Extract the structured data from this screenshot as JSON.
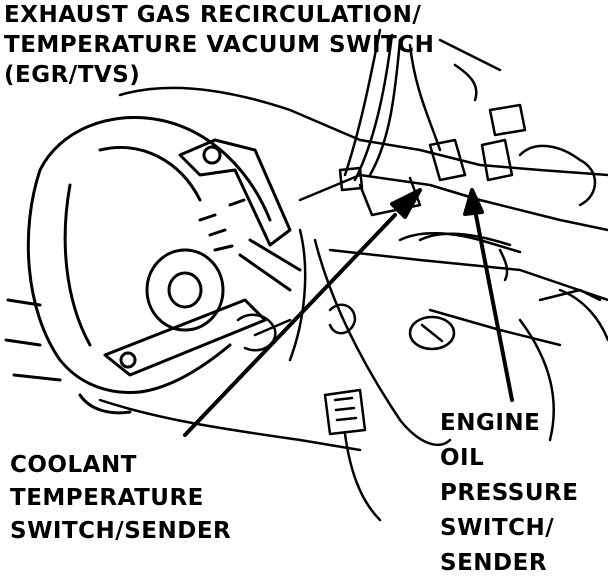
{
  "labels": {
    "egr": {
      "line1": "EXHAUST GAS RECIRCULATION/",
      "line2": "TEMPERATURE VACUUM SWITCH",
      "line3": "(EGR/TVS)"
    },
    "coolant": {
      "line1": "COOLANT",
      "line2": "TEMPERATURE",
      "line3": "SWITCH/SENDER"
    },
    "oil": {
      "line1": "ENGINE",
      "line2": "OIL",
      "line3": "PRESSURE",
      "line4": "SWITCH/",
      "line5": "SENDER"
    }
  },
  "colors": {
    "ink": "#000000",
    "paper": "#ffffff"
  }
}
